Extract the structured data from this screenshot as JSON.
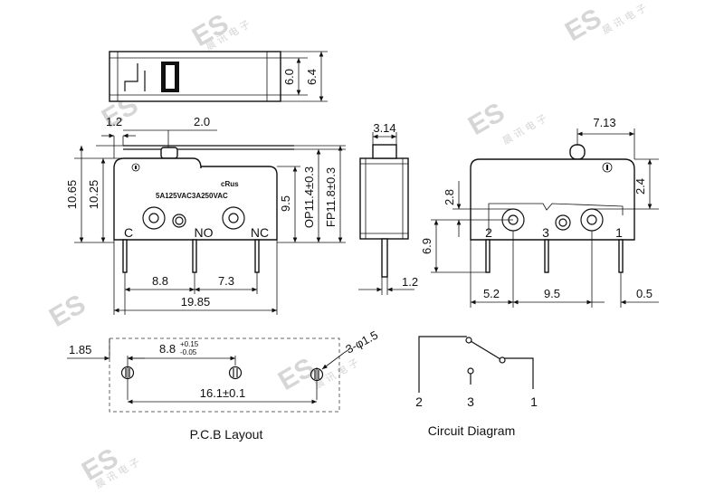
{
  "watermark": {
    "letters": "ES",
    "cn": "晨 讯 电 子"
  },
  "top_view": {
    "dims": [
      "6.0",
      "6.4"
    ]
  },
  "front_view": {
    "dims": [
      "1.2",
      "2.0",
      "10.65",
      "10.25",
      "9.5",
      "OP11.4±0.3",
      "FP11.8±0.3",
      "8.8",
      "7.3",
      "19.85"
    ],
    "terminals": [
      "C",
      "NO",
      "NC"
    ],
    "marking": {
      "cert": "cRus",
      "rating": "5A125VAC3A250VAC"
    }
  },
  "side_view": {
    "dims": [
      "3.14",
      "1.2"
    ]
  },
  "rear_view": {
    "dims": [
      "7.13",
      "2.4",
      "2.8",
      "6.9",
      "5.2",
      "9.5",
      "0.5"
    ],
    "terminals": [
      "2",
      "3",
      "1"
    ]
  },
  "pcb_layout": {
    "caption": "P.C.B Layout",
    "dims": {
      "d1": "1.85",
      "d2": "8.8",
      "d2_tol_upper": "+0.15",
      "d2_tol_lower": "-0.05",
      "d3": "16.1±0.1",
      "holes": "3-φ1.5"
    }
  },
  "circuit_diagram": {
    "caption": "Circuit Diagram",
    "terminals": [
      "2",
      "3",
      "1"
    ]
  }
}
